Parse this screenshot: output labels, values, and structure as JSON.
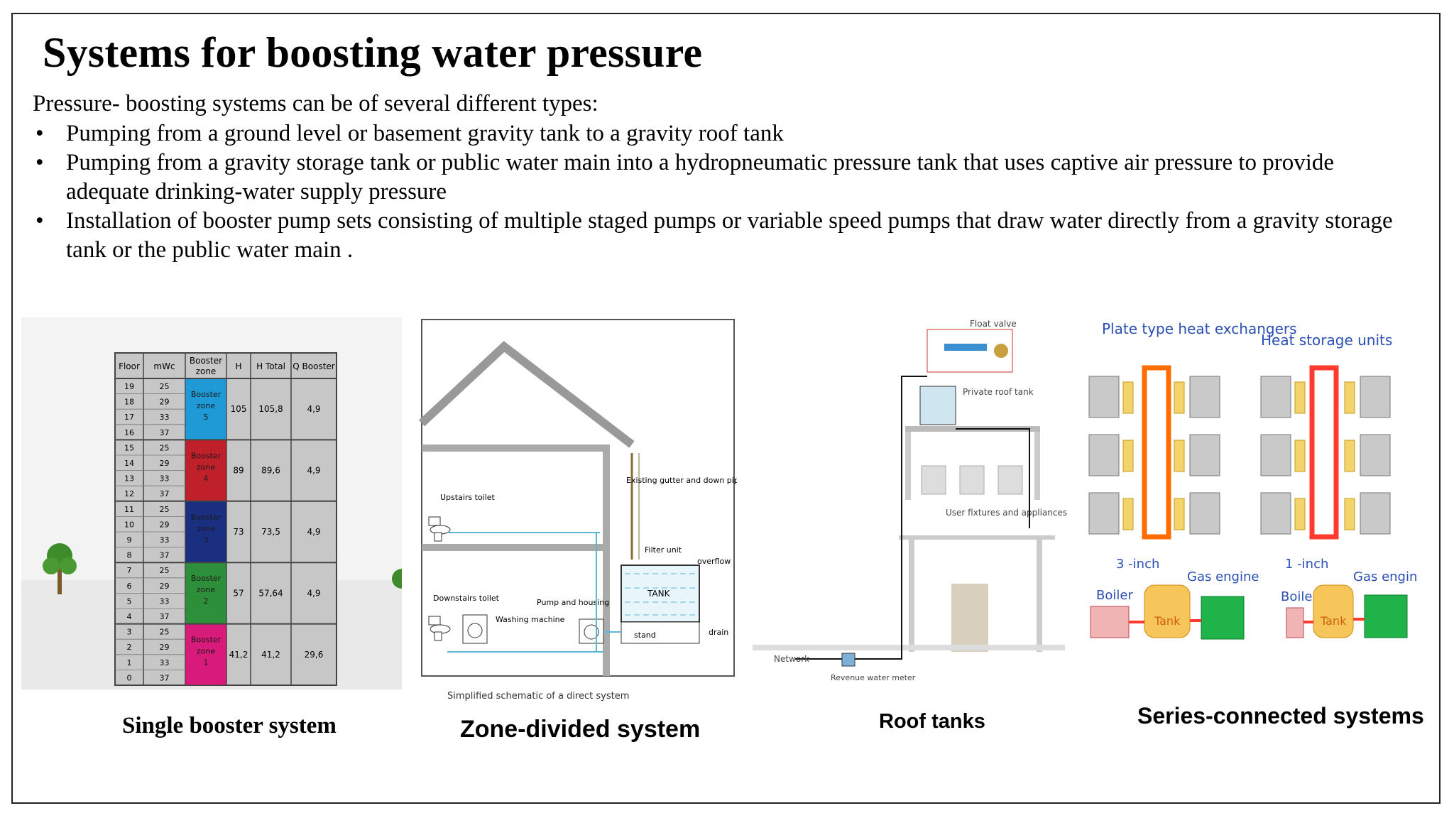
{
  "slide": {
    "title": "Systems for boosting water pressure",
    "intro": "Pressure- boosting systems can be of several different types:",
    "bullets": [
      "Pumping from a ground level or basement gravity tank to a gravity roof tank",
      "Pumping from a gravity storage tank or public water main into a hydropneumatic pressure tank that uses captive air pressure to provide adequate drinking-water supply pressure",
      "Installation of booster pump sets consisting of multiple staged pumps or variable speed pumps that draw water directly from a gravity storage tank or the public water main ."
    ],
    "bullet_glyph": "•"
  },
  "figures": [
    {
      "caption": "Single booster system",
      "table": {
        "headers": [
          "Floor",
          "mWc",
          "Booster zone",
          "H",
          "H Total",
          "Q Booster"
        ],
        "floors": [
          "19",
          "18",
          "17",
          "16",
          "15",
          "14",
          "13",
          "12",
          "11",
          "10",
          "9",
          "8",
          "7",
          "6",
          "5",
          "4",
          "3",
          "2",
          "1",
          "0"
        ],
        "mwc": [
          "25",
          "29",
          "33",
          "37",
          "25",
          "29",
          "33",
          "37",
          "25",
          "29",
          "33",
          "37",
          "25",
          "29",
          "33",
          "37",
          "25",
          "29",
          "33",
          "37"
        ],
        "zones": [
          {
            "label": "Booster zone 5",
            "color": "#1f9ad6",
            "h": "105",
            "h_total": "105,8",
            "q": "4,9"
          },
          {
            "label": "Booster zone 4",
            "color": "#c0202a",
            "h": "89",
            "h_total": "89,6",
            "q": "4,9"
          },
          {
            "label": "Booster zone 3",
            "color": "#1a2f80",
            "h": "73",
            "h_total": "73,5",
            "q": "4,9"
          },
          {
            "label": "Booster zone 2",
            "color": "#2e8f3a",
            "h": "57",
            "h_total": "57,64",
            "q": "4,9"
          },
          {
            "label": "Booster zone 1",
            "color": "#d81b7a",
            "h": "41,2",
            "h_total": "41,2",
            "q": "29,6"
          }
        ]
      }
    },
    {
      "caption": "Zone-divided system",
      "labels": {
        "gutter": "Existing gutter and down pipe",
        "upstairs": "Upstairs toilet",
        "filter": "Filter unit",
        "overflow": "overflow",
        "tank": "TANK",
        "downstairs": "Downstairs toilet",
        "pump": "Pump and housing",
        "washing": "Washing machine",
        "stand": "stand",
        "drain": "drain",
        "schematic": "Simplified schematic of a direct system"
      }
    },
    {
      "caption": "Roof tanks",
      "labels": {
        "float": "Float valve",
        "private_tank": "Private roof tank",
        "fixtures": "User fixtures and appliances",
        "network": "Network",
        "meter": "Revenue water meter"
      }
    },
    {
      "caption": "Series-connected systems",
      "labels": {
        "plate": "Plate type heat exchangers",
        "heat_storage": "Heat storage units",
        "inch_left": "3 -inch",
        "inch_right": "1 -inch",
        "gas_left": "Gas engine",
        "gas_right": "Gas engine",
        "boiler_left": "Boiler",
        "boiler_right": "Boiler",
        "tank_left": "Tank",
        "tank_right": "Tank"
      }
    }
  ]
}
